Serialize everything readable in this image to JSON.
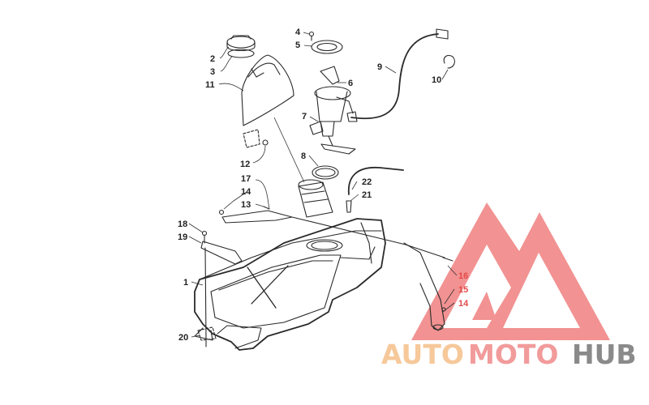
{
  "diagram": {
    "callouts": [
      {
        "id": "c1",
        "text": "1"
      },
      {
        "id": "c2",
        "text": "2"
      },
      {
        "id": "c3",
        "text": "3"
      },
      {
        "id": "c4",
        "text": "4"
      },
      {
        "id": "c5",
        "text": "5"
      },
      {
        "id": "c6",
        "text": "6"
      },
      {
        "id": "c7",
        "text": "7"
      },
      {
        "id": "c8",
        "text": "8"
      },
      {
        "id": "c9",
        "text": "9"
      },
      {
        "id": "c10",
        "text": "10"
      },
      {
        "id": "c11",
        "text": "11"
      },
      {
        "id": "c12",
        "text": "12"
      },
      {
        "id": "c13",
        "text": "13"
      },
      {
        "id": "c14a",
        "text": "14"
      },
      {
        "id": "c14b",
        "text": "14"
      },
      {
        "id": "c15",
        "text": "15"
      },
      {
        "id": "c16",
        "text": "16"
      },
      {
        "id": "c17",
        "text": "17"
      },
      {
        "id": "c18",
        "text": "18"
      },
      {
        "id": "c19",
        "text": "19"
      },
      {
        "id": "c20",
        "text": "20"
      },
      {
        "id": "c21",
        "text": "21"
      },
      {
        "id": "c22",
        "text": "22"
      }
    ]
  },
  "watermark": {
    "word_auto": "AUTO",
    "word_moto": "MOTO",
    "word_hub": "HUB",
    "colors": {
      "auto": "#f6c89a",
      "moto": "#f29b9b",
      "hub": "#8a8a8a",
      "logo": "#f08080"
    }
  }
}
